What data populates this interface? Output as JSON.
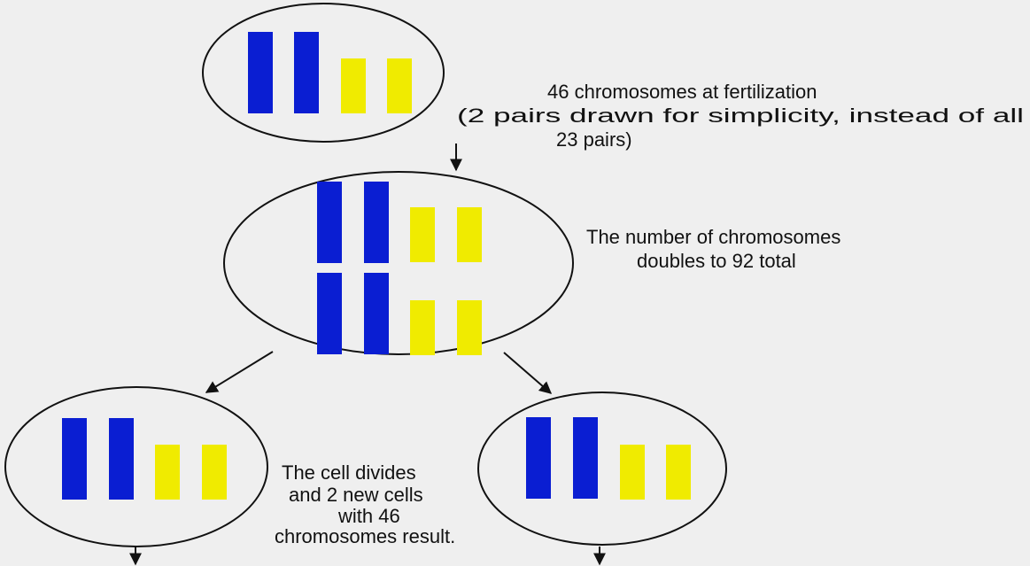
{
  "diagram": {
    "labels": {
      "fertilization": {
        "line1": "46 chromosomes at fertilization",
        "line2": "(2 pairs drawn for simplicity, instead of all",
        "line3": "23 pairs)"
      },
      "doubling": {
        "line1": "The number of chromosomes",
        "line2": "doubles to 92 total"
      },
      "division": {
        "line1": "The cell divides",
        "line2": "and 2 new cells",
        "line3": "with 46",
        "line4": "chromosomes result."
      }
    },
    "colors": {
      "background": "#efefef",
      "maternal_chromosome": "#0a1ed2",
      "paternal_chromosome": "#f0eb00",
      "cell_outline": "#111111",
      "arrow": "#111111"
    }
  }
}
